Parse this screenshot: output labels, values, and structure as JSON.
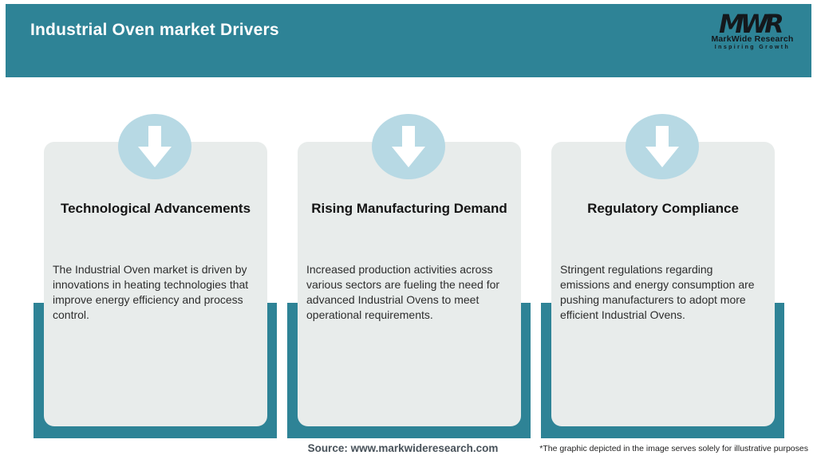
{
  "header": {
    "title": "Industrial Oven market Drivers",
    "logo": {
      "monogram": "MWR",
      "name": "MarkWide Research",
      "tagline": "Inspiring Growth"
    }
  },
  "cards": [
    {
      "title": "Technological Advancements",
      "body": "The Industrial Oven market is driven by innovations in heating technologies that improve energy efficiency and process control."
    },
    {
      "title": "Rising Manufacturing Demand",
      "body": "Increased production activities across various sectors are fueling the need for advanced Industrial Ovens to meet operational requirements."
    },
    {
      "title": "Regulatory Compliance",
      "body": "Stringent regulations regarding emissions and energy consumption are pushing manufacturers to adopt more efficient Industrial Ovens."
    }
  ],
  "footer": {
    "source": "Source: www.markwideresearch.com",
    "disclaimer": "*The graphic depicted in the image serves solely for illustrative purposes"
  },
  "icons": {
    "down_arrow": "⬇"
  },
  "colors": {
    "teal": "#2e8396",
    "card_bg": "#e8eceb",
    "circle_blue": "#b7d9e4",
    "title_ink": "#151515",
    "body_ink": "#2d2d2d",
    "source_ink": "#48525a",
    "disclaimer_ink": "#1e1e1e",
    "logo_ink": "#14181c"
  }
}
